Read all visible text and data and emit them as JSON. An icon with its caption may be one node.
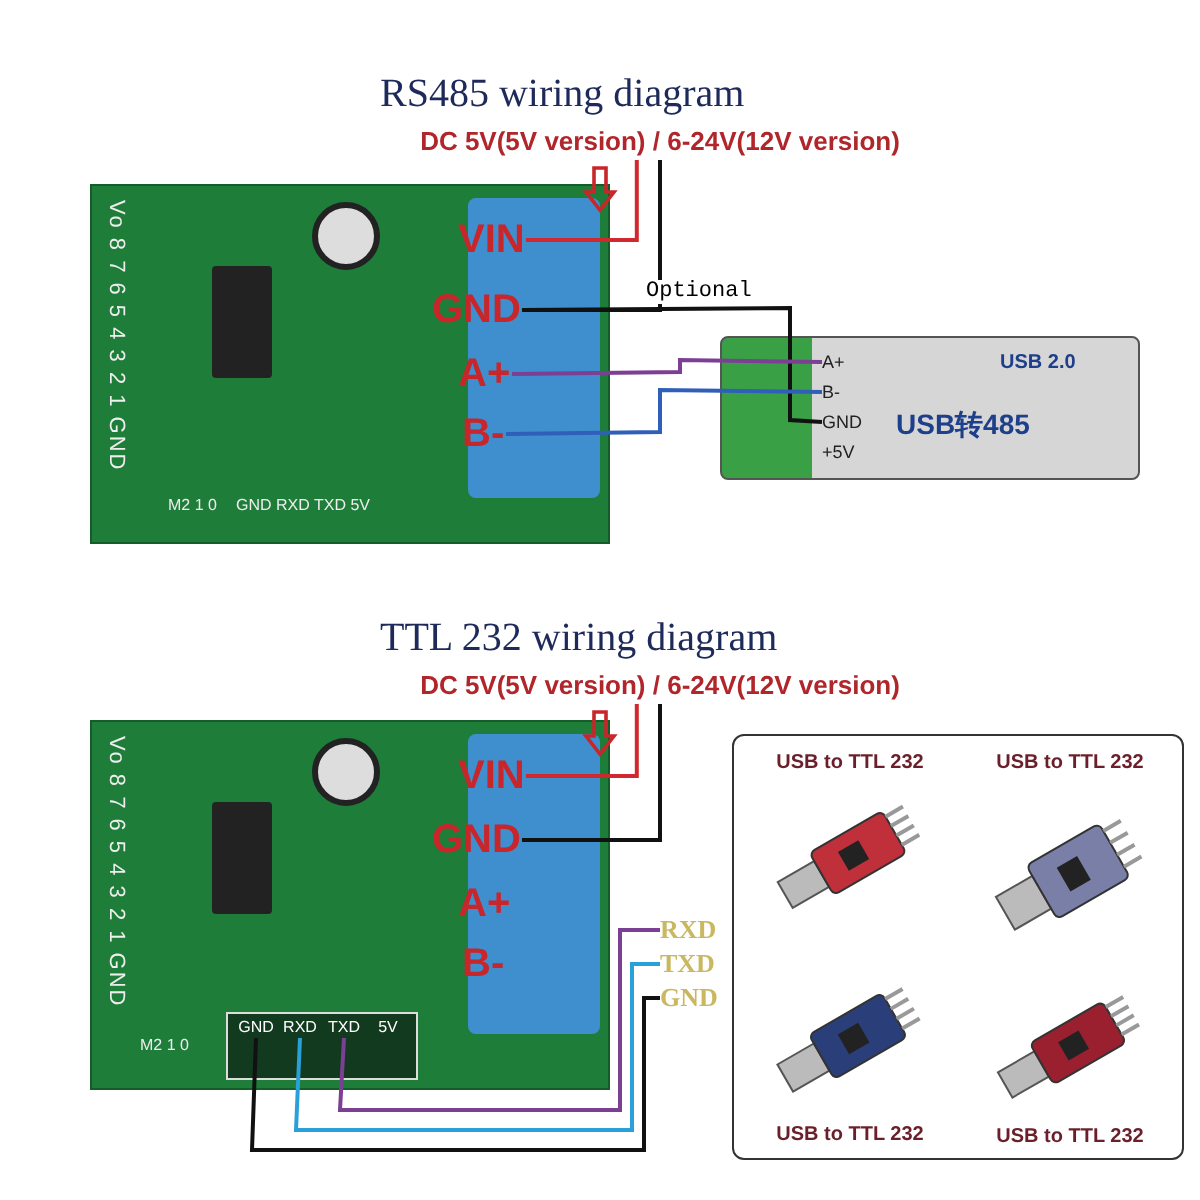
{
  "diagram": {
    "title": "RS485 wiring diagram",
    "nodes": [
      {
        "text": [],
        "shape": "picture"
      },
      {
        "text": [
          "VIN"
        ],
        "in": 0
      },
      {
        "text": [
          "GND"
        ],
        "in": 0
      },
      {
        "text": [
          "A+"
        ],
        "in": 0
      },
      {
        "text": [
          "B-"
        ],
        "in": 0
      },
      {
        "text": [
          "DC 5V(5V version) / 6-24V(12V version)"
        ]
      },
      {
        "text": [],
        "shape": "picture"
      },
      {
        "text": [
          "A+"
        ],
        "in": 6
      },
      {
        "text": [
          "B-"
        ],
        "in": 6
      },
      {
        "text": [
          "GND"
        ],
        "in": 6
      },
      {
        "text": [
          "+5V"
        ],
        "in": 6
      },
      {
        "text": [],
        "shape": "picture"
      },
      {
        "text": [
          "VIN"
        ],
        "in": 11
      },
      {
        "text": [
          "GND"
        ],
        "in": 11
      },
      {
        "text": [
          "A+"
        ],
        "in": 11
      },
      {
        "text": [
          "B-"
        ],
        "in": 11
      },
      {
        "text": [],
        "shape": "box",
        "in": 11
      },
      {
        "text": [
          "GND"
        ],
        "in": 16
      },
      {
        "text": [
          "RXD"
        ],
        "in": 16
      },
      {
        "text": [
          "TXD"
        ],
        "in": 16
      },
      {
        "text": [
          "5V"
        ],
        "in": 16
      },
      {
        "text": [
          "DC 5V(5V version) / 6-24V(12V version)"
        ]
      },
      {
        "text": [
          "RXD"
        ]
      },
      {
        "text": [
          "TXD"
        ]
      },
      {
        "text": [
          "GND"
        ]
      },
      {
        "text": [],
        "shape": "box"
      },
      {
        "text": [],
        "shape": "picture",
        "in": 25,
        "beside": [
          "USB to TTL 232"
        ]
      },
      {
        "text": [],
        "shape": "picture",
        "in": 25,
        "beside": [
          "USB to TTL 232"
        ]
      },
      {
        "text": [],
        "shape": "picture",
        "in": 25,
        "beside": [
          "USB to TTL 232"
        ]
      },
      {
        "text": [],
        "shape": "picture",
        "in": 25,
        "beside": [
          "USB to TTL 232"
        ]
      }
    ],
    "edges": [
      {
        "from": 5,
        "to": 1,
        "arrow": "none",
        "color": "#d0282e"
      },
      {
        "from": 5,
        "to": 2,
        "arrow": "none"
      },
      {
        "from": 2,
        "to": 9,
        "arrow": "none",
        "label": "Optional"
      },
      {
        "from": 3,
        "to": 7,
        "arrow": "none",
        "color": "#7b3f93"
      },
      {
        "from": 4,
        "to": 8,
        "arrow": "none",
        "color": "#2f5fb8"
      },
      {
        "from": 21,
        "to": 12,
        "arrow": "none",
        "color": "#d0282e"
      },
      {
        "from": 21,
        "to": 13,
        "arrow": "none"
      },
      {
        "from": 19,
        "to": 22,
        "arrow": "none",
        "color": "#7b3f93"
      },
      {
        "from": 18,
        "to": 23,
        "arrow": "none",
        "color": "#2aa0d8"
      },
      {
        "from": 17,
        "to": 24,
        "arrow": "none"
      }
    ],
    "labels": [
      "Vo 8 7 6 5 4 3 2 1 GND",
      "M2 1 0",
      "GND RXD TXD 5V",
      "USB 2.0",
      "USB转485",
      "TTL 232 wiring diagram",
      "Vo 8 7 6 5 4 3 2 1 GND",
      "M2 1 0"
    ]
  }
}
